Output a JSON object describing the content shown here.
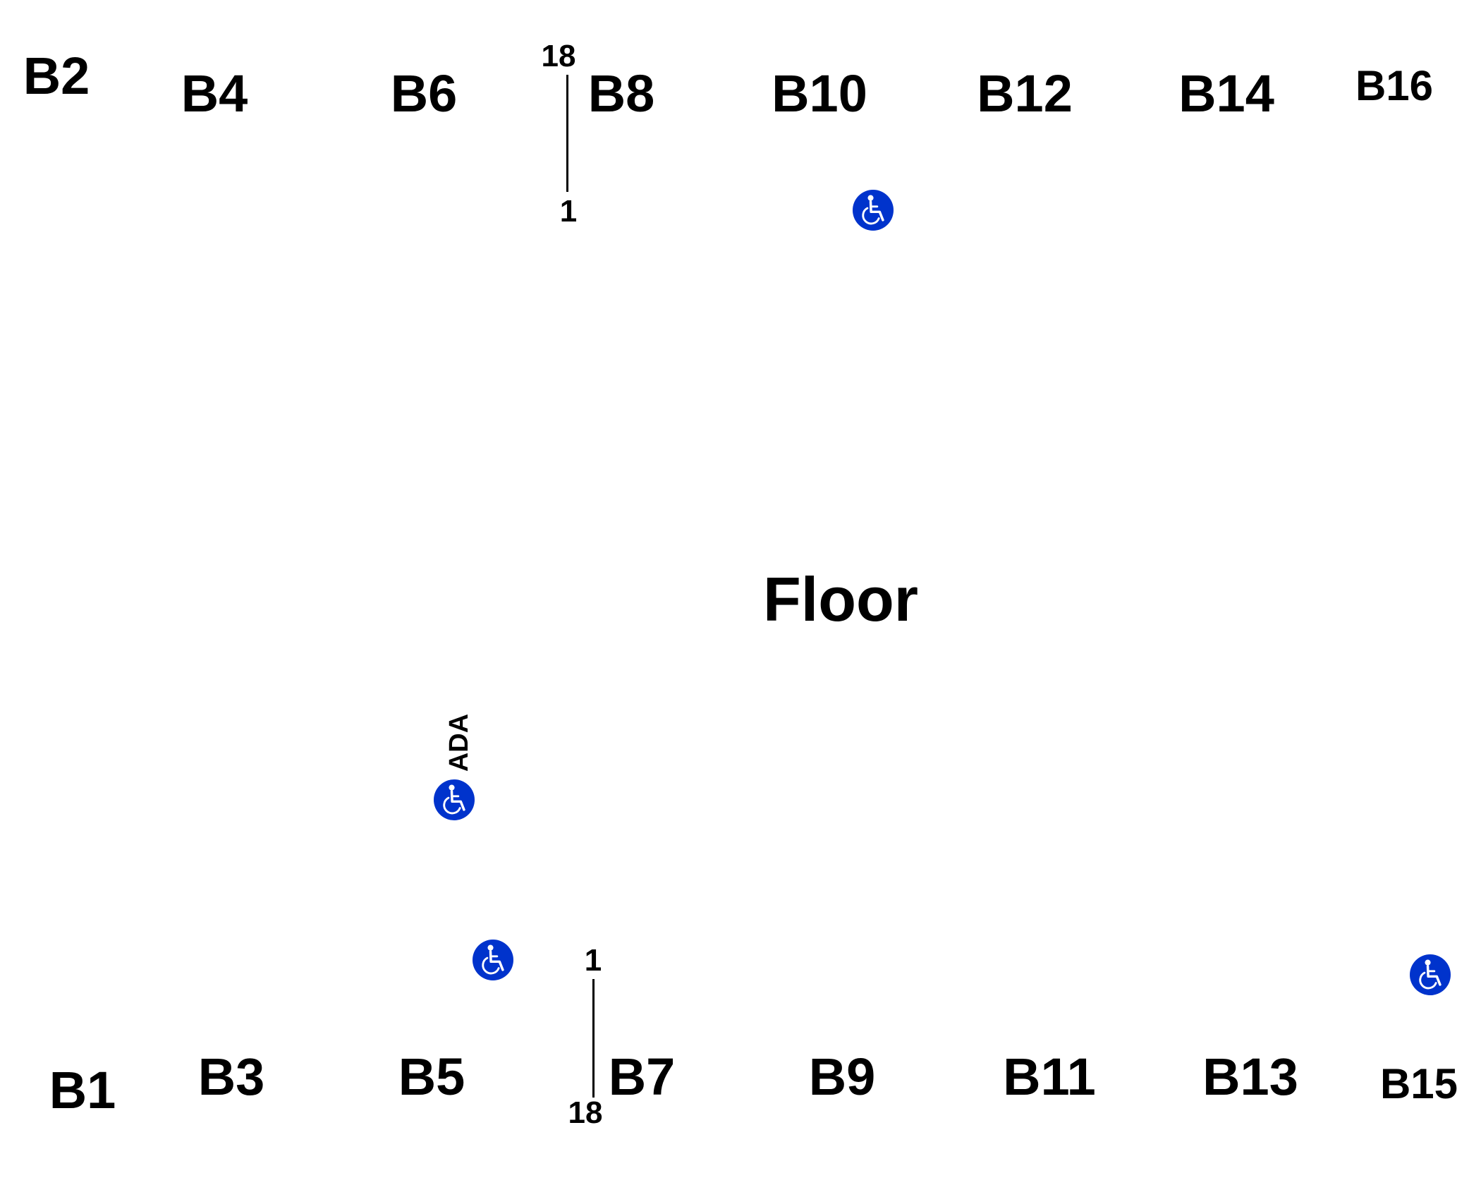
{
  "floor_label": "Floor",
  "sections_top": [
    "B2",
    "B4",
    "B6",
    "B8",
    "B10",
    "B12",
    "B14",
    "B16"
  ],
  "sections_bottom": [
    "B1",
    "B3",
    "B5",
    "B7",
    "B9",
    "B11",
    "B13",
    "B15"
  ],
  "row_indicator_top": {
    "start": "18",
    "end": "1"
  },
  "row_indicator_bottom": {
    "start": "1",
    "end": "18"
  },
  "ada_label": "ADA",
  "accessibility_color": "#0033CC",
  "icons": [
    "wheelchair-icon"
  ]
}
